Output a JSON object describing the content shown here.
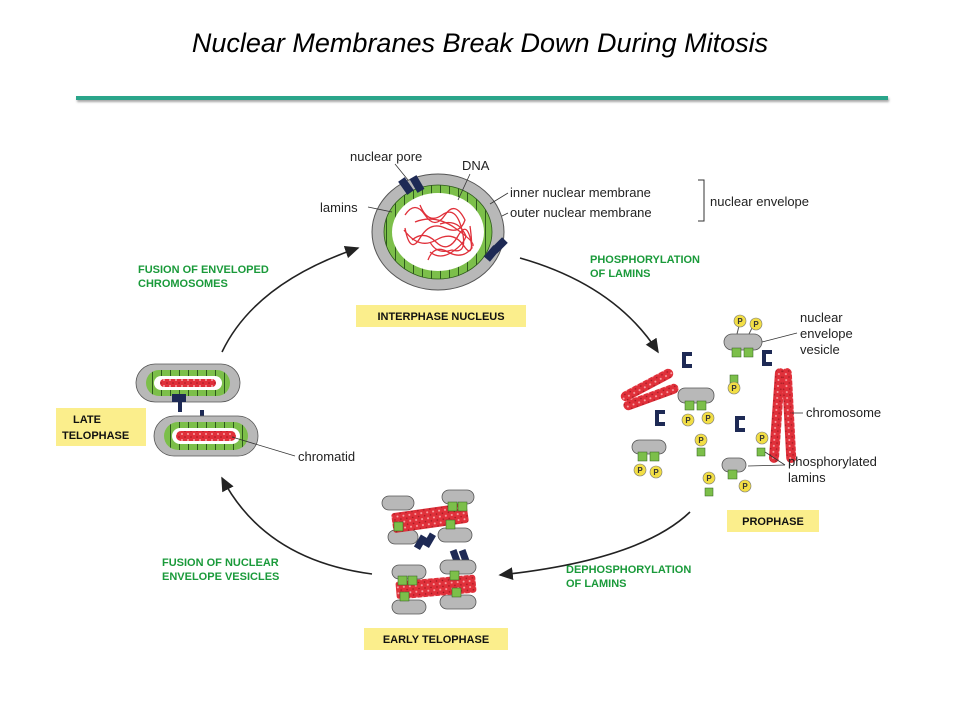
{
  "title": "Nuclear Membranes Break Down During Mitosis",
  "colors": {
    "rule": "#2aa58a",
    "stage_box": "#fbee8c",
    "process_text": "#1a9a3a",
    "chromatin": "#e0303a",
    "lamina": "#7cbf4a",
    "membrane": "#b8b8b8",
    "pore": "#1e2a55",
    "phosphate": "#f2de45"
  },
  "labels": {
    "nuclear_pore": "nuclear pore",
    "dna": "DNA",
    "lamins": "lamins",
    "inner_membrane": "inner nuclear membrane",
    "outer_membrane": "outer nuclear membrane",
    "nuclear_envelope": "nuclear envelope",
    "vesicle_1": "nuclear",
    "vesicle_2": "envelope",
    "vesicle_3": "vesicle",
    "chromosome": "chromosome",
    "phospho_1": "phosphorylated",
    "phospho_2": "lamins",
    "chromatid": "chromatid",
    "phosphate_mark": "P"
  },
  "stages": {
    "interphase": "INTERPHASE NUCLEUS",
    "prophase": "PROPHASE",
    "early_telophase": "EARLY TELOPHASE",
    "late_telophase_1": "LATE",
    "late_telophase_2": "TELOPHASE"
  },
  "processes": {
    "phosphorylation_1": "PHOSPHORYLATION",
    "phosphorylation_2": "OF LAMINS",
    "dephosphorylation_1": "DEPHOSPHORYLATION",
    "dephosphorylation_2": "OF LAMINS",
    "fusion_vesicles_1": "FUSION OF NUCLEAR",
    "fusion_vesicles_2": "ENVELOPE VESICLES",
    "fusion_chromosomes_1": "FUSION OF ENVELOPED",
    "fusion_chromosomes_2": "CHROMOSOMES"
  }
}
